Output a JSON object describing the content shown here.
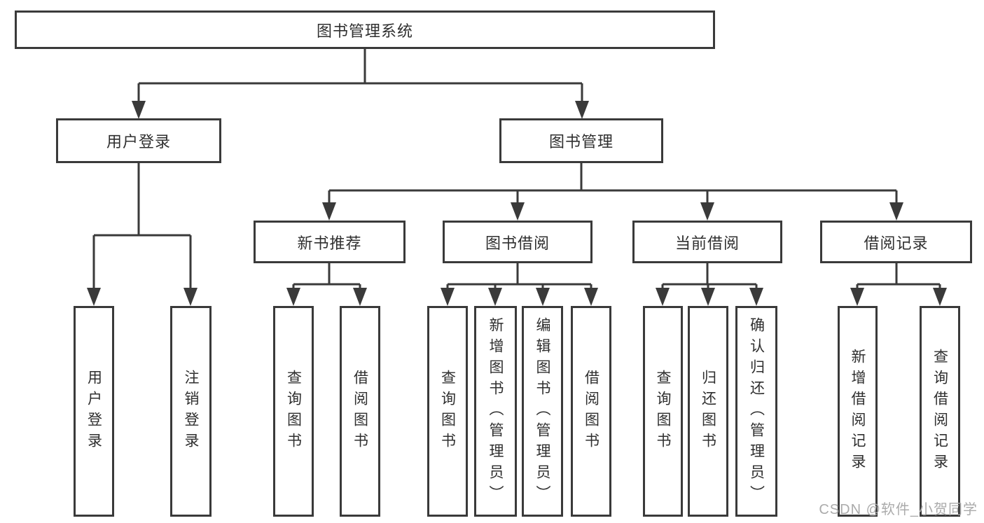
{
  "tree": {
    "label": "图书管理系统",
    "children": [
      {
        "label": "用户登录",
        "children": [
          {
            "label": "用户登录"
          },
          {
            "label": "注销登录"
          }
        ]
      },
      {
        "label": "图书管理",
        "children": [
          {
            "label": "新书推荐",
            "children": [
              {
                "label": "查询图书"
              },
              {
                "label": "借阅图书"
              }
            ]
          },
          {
            "label": "图书借阅",
            "children": [
              {
                "label": "查询图书"
              },
              {
                "label": "新增图书（管理员）"
              },
              {
                "label": "编辑图书（管理员）"
              },
              {
                "label": "借阅图书"
              }
            ]
          },
          {
            "label": "当前借阅",
            "children": [
              {
                "label": "查询图书"
              },
              {
                "label": "归还图书"
              },
              {
                "label": "确认归还（管理员）"
              }
            ]
          },
          {
            "label": "借阅记录",
            "children": [
              {
                "label": "新增借阅记录"
              },
              {
                "label": "查询借阅记录"
              }
            ]
          }
        ]
      }
    ]
  },
  "watermark": {
    "text": "CSDN @软件_小贺同学",
    "color": "#ababab"
  },
  "colors": {
    "line": "#3a3a3a",
    "box_border": "#3a3a3a",
    "text": "#2f2f2f",
    "background": "#ffffff"
  }
}
